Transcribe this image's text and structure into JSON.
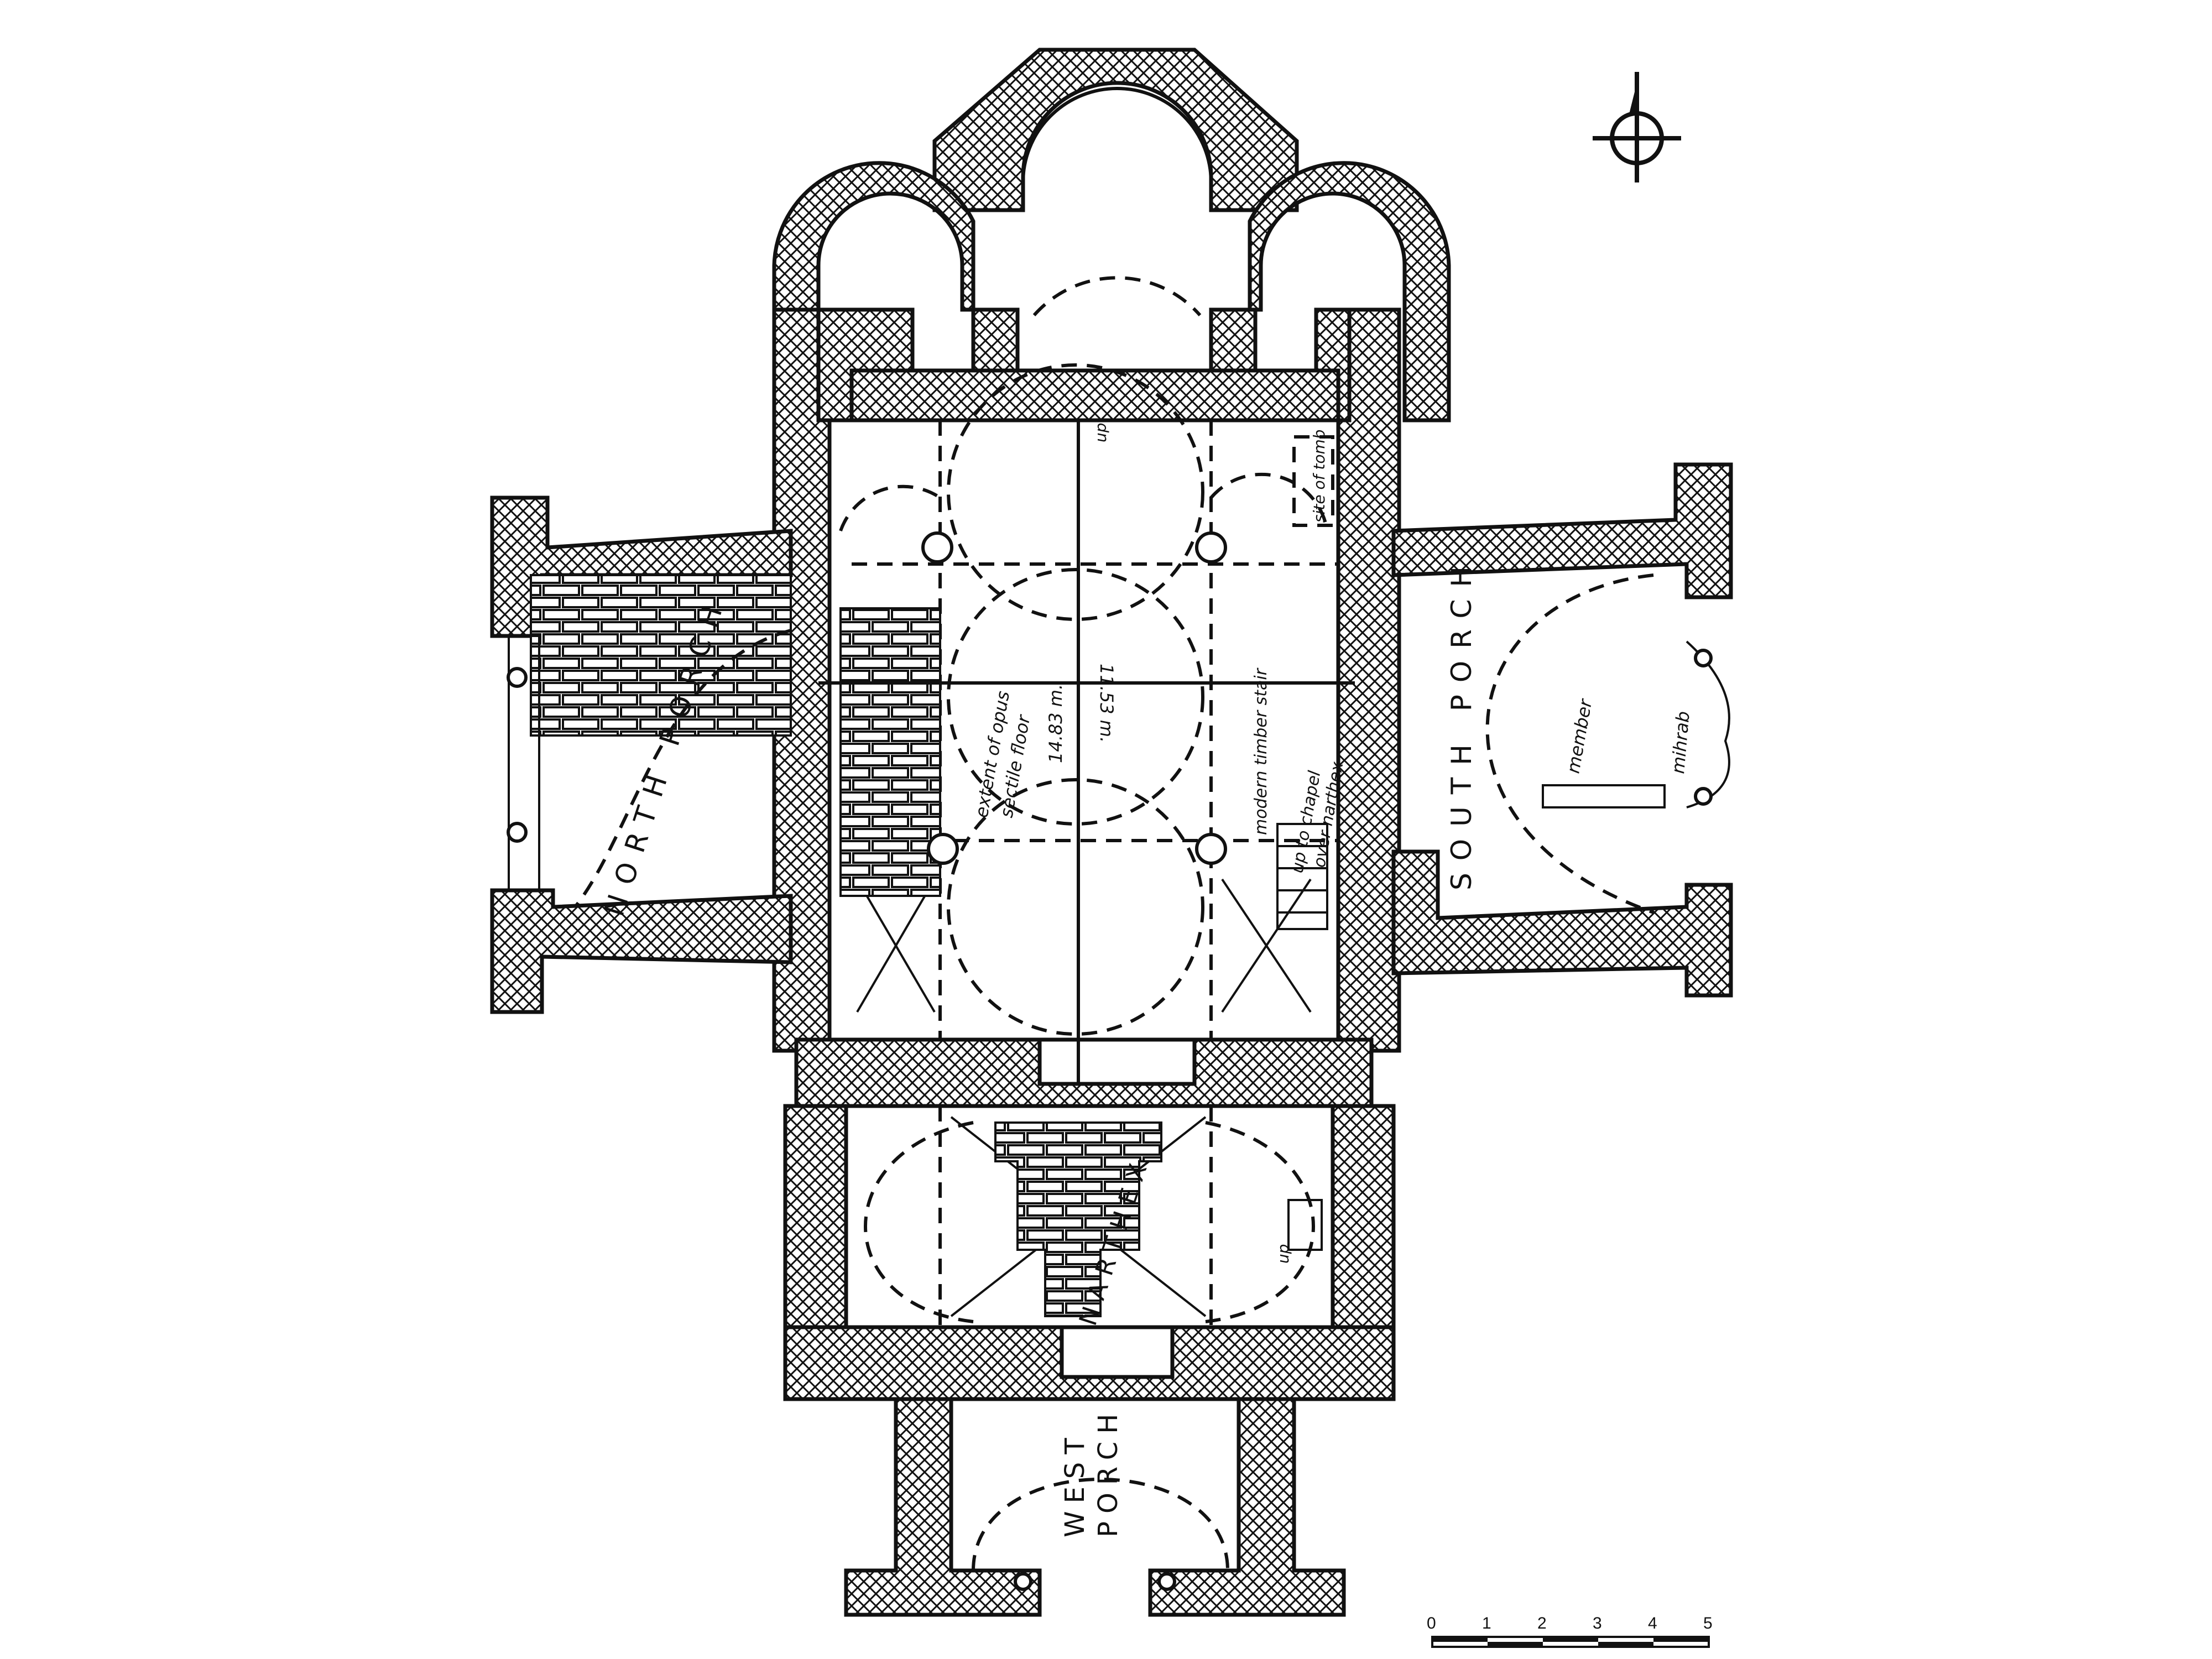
{
  "labels": {
    "north_porch": "NORTH PORCH",
    "south_porch": "SOUTH PORCH",
    "west_porch_1": "WEST",
    "west_porch_2": "PORCH",
    "narthex": "NARTHEX",
    "site_of_tomb": "site of tomb",
    "extent_1": "extent of opus",
    "extent_2": "sectile floor",
    "dimension_long": "14.83 m.",
    "dimension_cross": "11.53 m.",
    "modern_stair": "modern timber stair",
    "up_to_chapel_1": "up to chapel",
    "up_to_chapel_2": "over narthex",
    "up_small": "up",
    "up_narthex": "up",
    "member": "member",
    "mihrab": "mihrab"
  },
  "scale": {
    "ticks": [
      "0",
      "1",
      "2",
      "3",
      "4",
      "5"
    ]
  },
  "icons": {
    "north_arrow": "north-arrow-icon"
  }
}
